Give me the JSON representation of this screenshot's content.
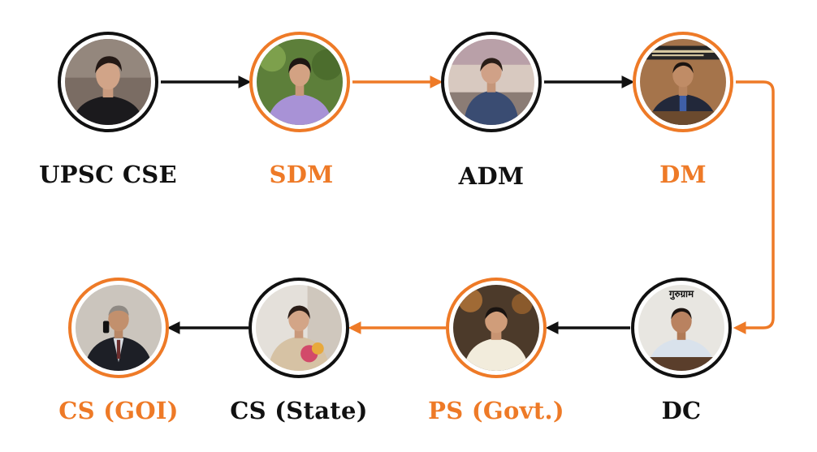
{
  "colors": {
    "accent": "#ee7a27",
    "dark": "#111111"
  },
  "nodes": [
    {
      "label": "UPSC CSE"
    },
    {
      "label": "SDM"
    },
    {
      "label": "ADM"
    },
    {
      "label": "DM"
    },
    {
      "label": "DC",
      "photo_sign": "गुरुग्राम"
    },
    {
      "label": "PS (Govt.)"
    },
    {
      "label": "CS (State)"
    },
    {
      "label": "CS (GOI)"
    }
  ]
}
